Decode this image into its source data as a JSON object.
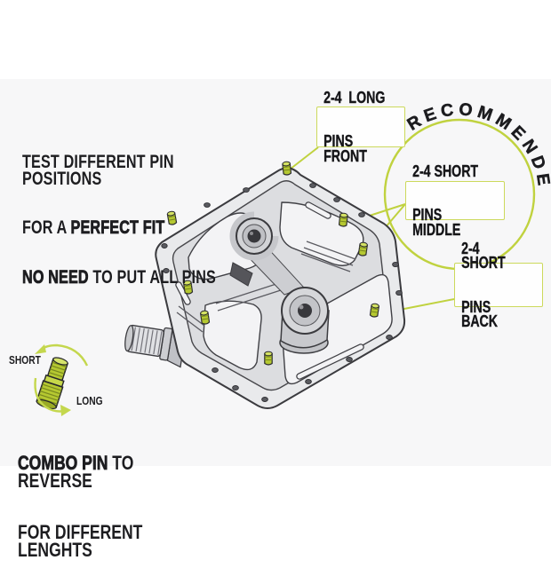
{
  "colors": {
    "accent_green": "#c0d23f",
    "callout_border_green": "#ccd95c",
    "pin_green": "#b5c831",
    "text_black": "#1d1d20",
    "pedal_light_gray": "#e9eaec",
    "pedal_mid_gray": "#dcdde0",
    "pedal_dark_gray": "#c8c9cd",
    "outline_gray": "#3b3b3f",
    "canvas_tint": "#f7f7f8"
  },
  "headline": {
    "line1": "TEST DIFFERENT PIN POSITIONS",
    "line2_normal": "FOR A ",
    "line2_heavy": "PERFECT FIT",
    "line3_heavy": "NO NEED ",
    "line3_normal": "TO PUT ALL PINS"
  },
  "callouts": {
    "recommended": "RECOMMENDED",
    "front": {
      "line1": "2-4  LONG",
      "line2": "PINS FRONT"
    },
    "middle": {
      "line1": "2-4 SHORT",
      "line2": "PINS MIDDLE"
    },
    "back": {
      "line1": "2-4 SHORT",
      "line2": "PINS BACK"
    }
  },
  "combo_pin": {
    "short_label": "SHORT",
    "long_label": "LONG",
    "caption_heavy": "COMBO PIN ",
    "caption_normal": "TO REVERSE",
    "caption_line2": "FOR DIFFERENT LENGHTS"
  },
  "illustration": {
    "pedal_name": "mtb-flat-pedal-technical-drawing",
    "installed_pins_visible": 8,
    "combo_pin_name": "reversible-combo-pin"
  }
}
